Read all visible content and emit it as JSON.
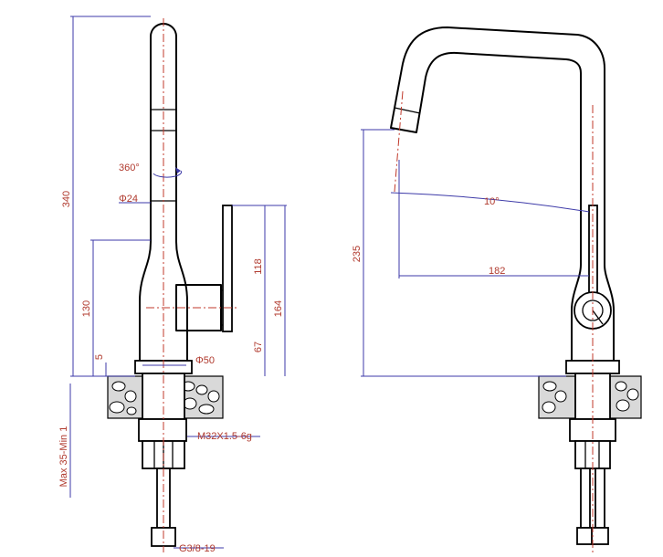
{
  "colors": {
    "outline": "#000000",
    "centerline": "#c0392b",
    "dimension_line": "#3d3aa8",
    "dimension_text": "#b03a2e",
    "background": "#ffffff"
  },
  "side_view": {
    "dim_total_height": "340",
    "dim_rotation": "360°",
    "dim_spout_diameter": "Φ24",
    "dim_body_height": "130",
    "dim_base_offset": "5",
    "dim_base_diameter": "Φ50",
    "dim_handle_length": "118",
    "dim_handle_top": "164",
    "dim_handle_center": "67",
    "dim_thread": "M32X1.5-6g",
    "dim_counter_thickness": "Max 35-Min 1",
    "dim_hose_thread": "G3/8-19"
  },
  "front_view": {
    "dim_outlet_height": "235",
    "dim_tilt_angle": "10°",
    "dim_reach": "182"
  }
}
